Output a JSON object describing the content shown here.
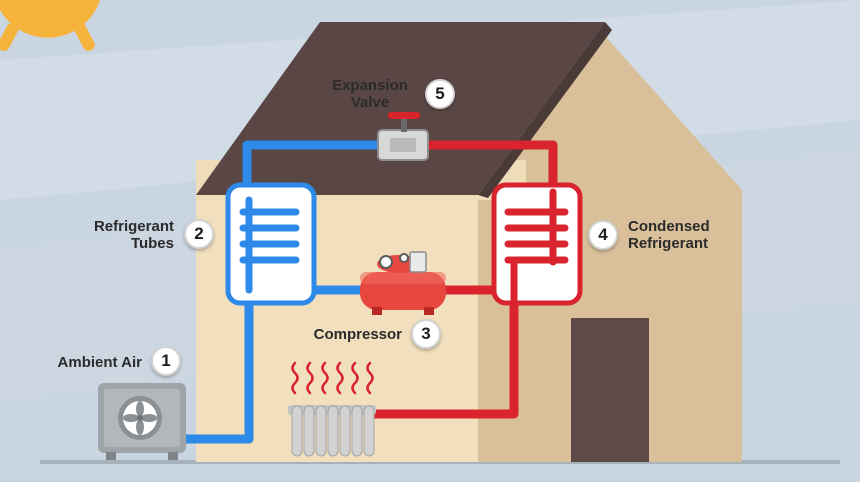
{
  "components": [
    {
      "id": "ambient-air",
      "number": "1",
      "label_lines": [
        "Ambient Air"
      ]
    },
    {
      "id": "refrigerant-tubes",
      "number": "2",
      "label_lines": [
        "Refrigerant",
        "Tubes"
      ]
    },
    {
      "id": "compressor",
      "number": "3",
      "label_lines": [
        "Compressor"
      ]
    },
    {
      "id": "condensed-refrigerant",
      "number": "4",
      "label_lines": [
        "Condensed",
        "Refrigerant"
      ]
    },
    {
      "id": "expansion-valve",
      "number": "5",
      "label_lines": [
        "Expansion",
        "Valve"
      ]
    }
  ],
  "colors": {
    "sky": "#c8d4df",
    "house_wall": "#f1dfbd",
    "house_side": "#d9c09a",
    "roof": "#5a4745",
    "door": "#5e4b48",
    "cold_pipe": "#2e8ae8",
    "hot_pipe": "#d9232d",
    "heat_waves": "#d9232d",
    "radiator": "#cfcfcf",
    "fan_unit": "#9fa4a8",
    "compressor": "#e8473f",
    "sun": "#f5b33c"
  }
}
